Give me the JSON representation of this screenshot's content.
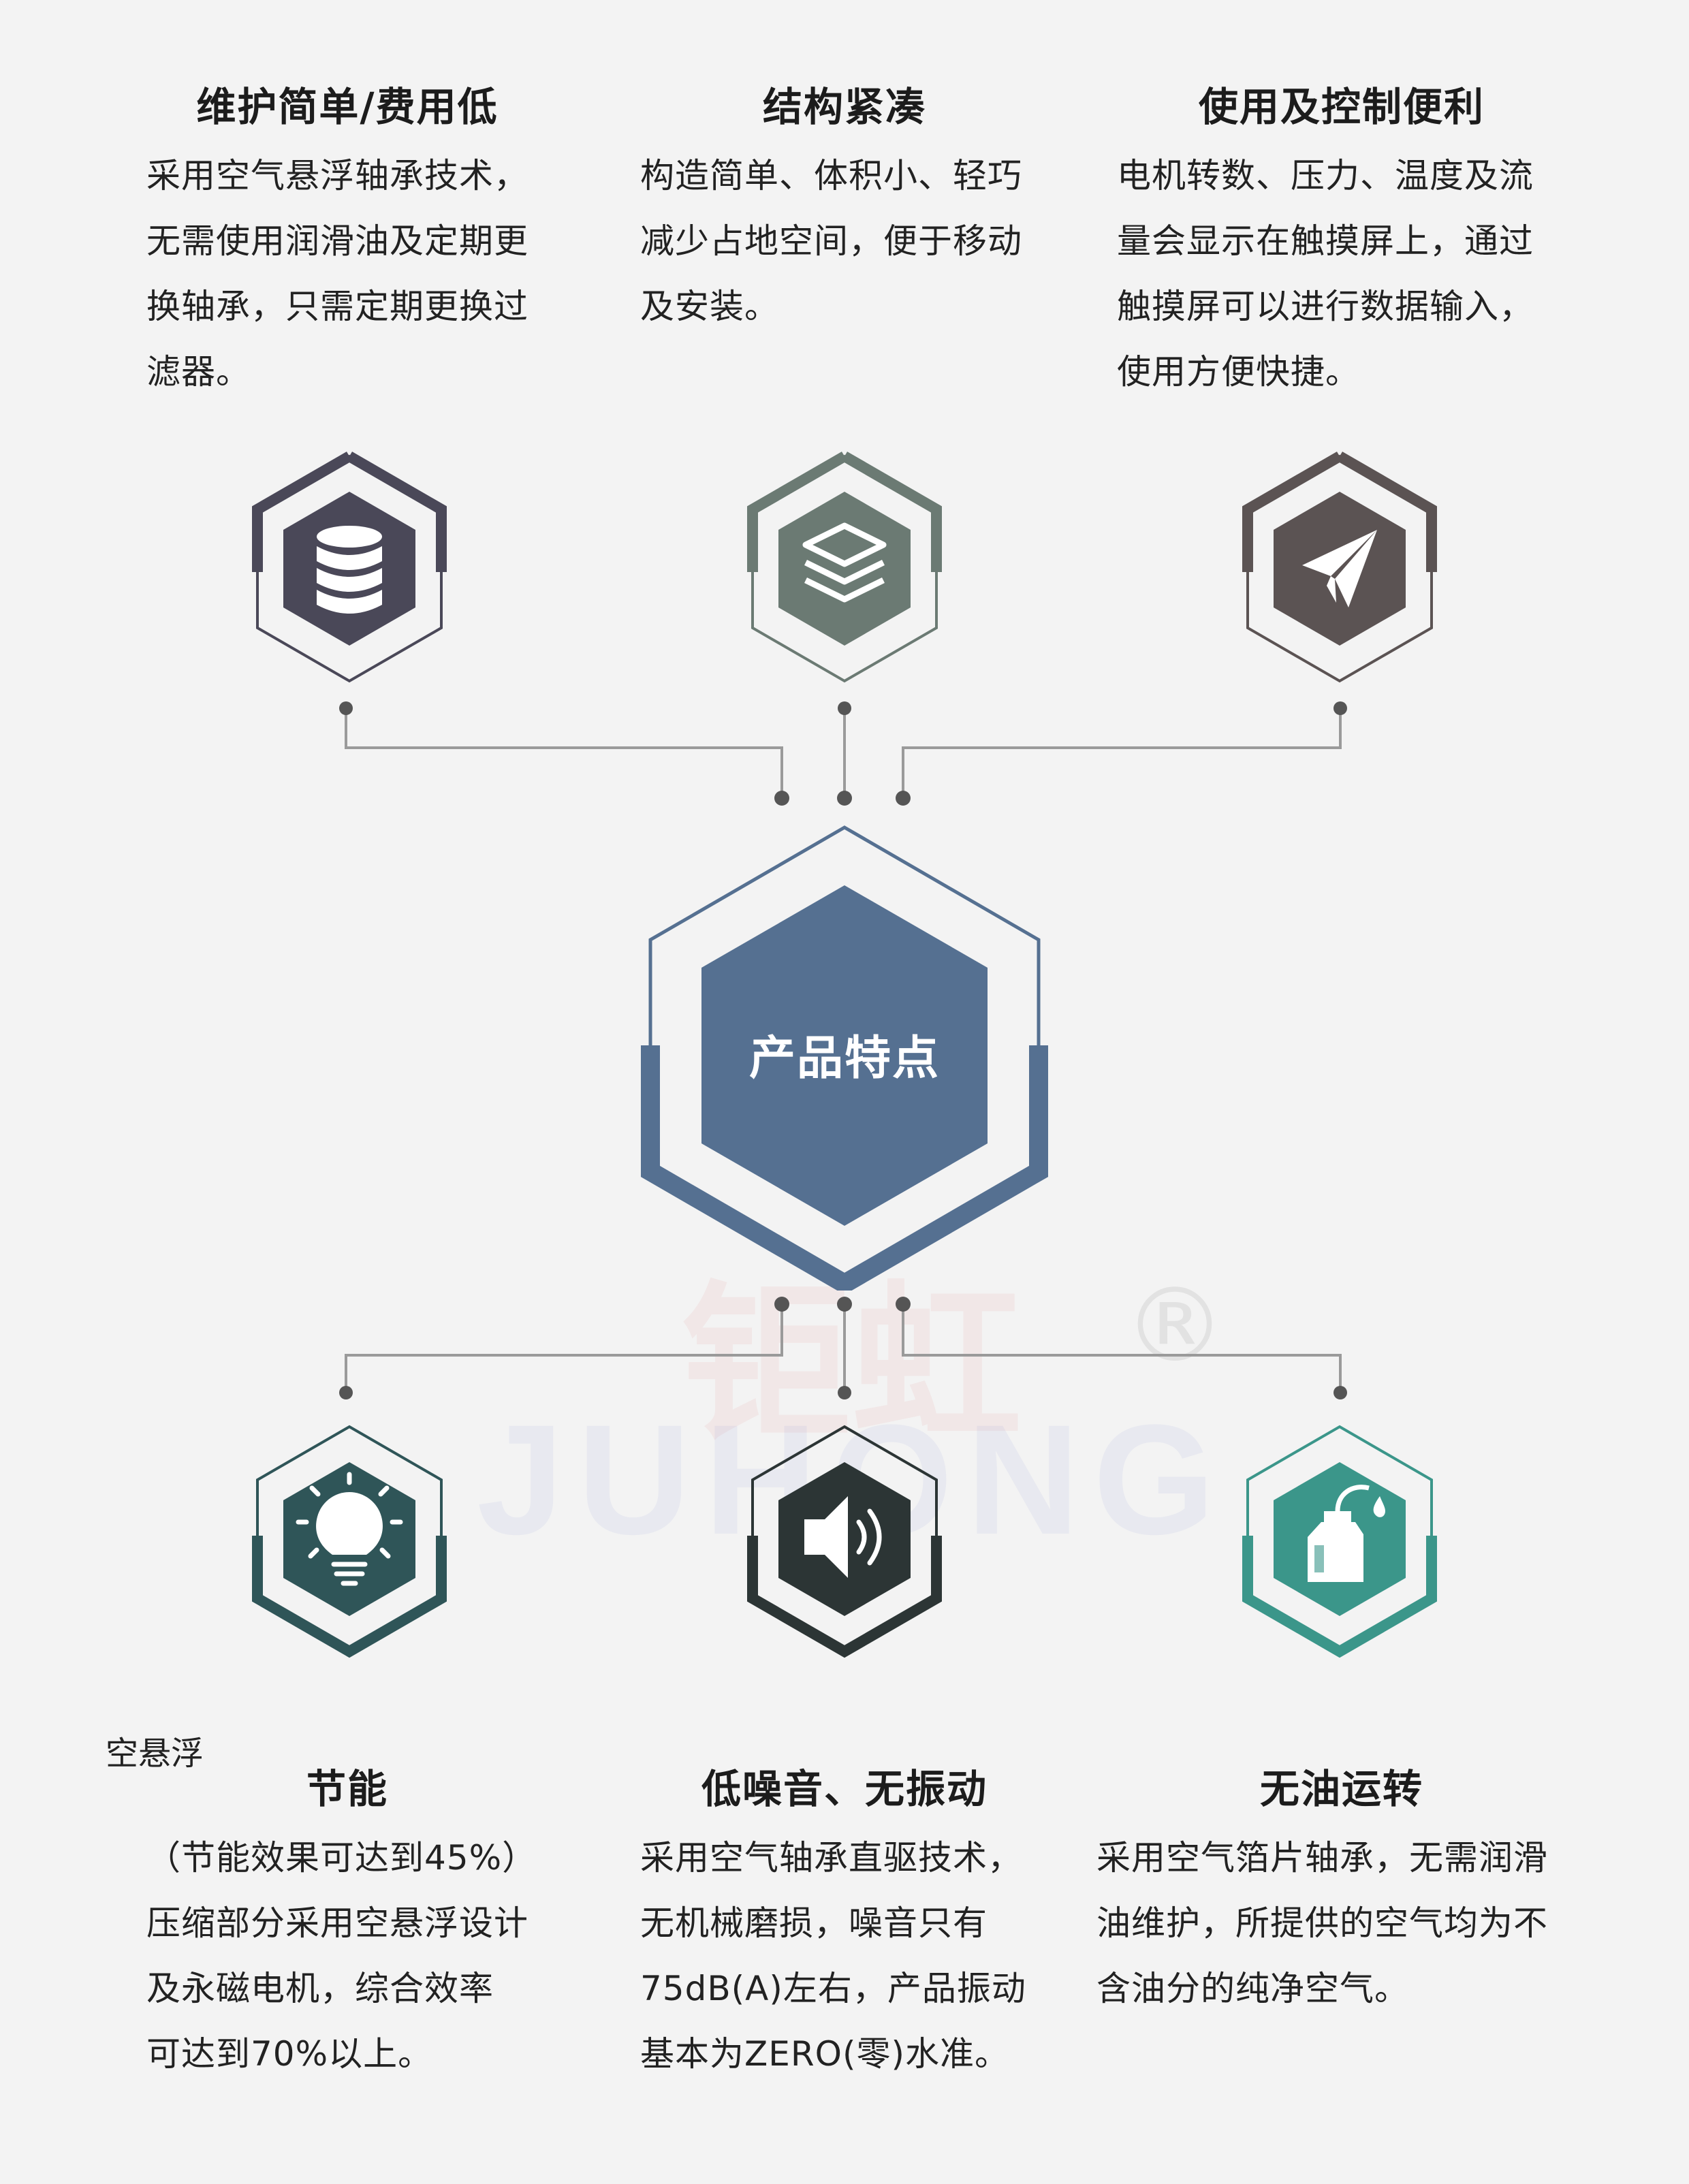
{
  "features": [
    {
      "id": "maintenance",
      "title": "维护简单/费用低",
      "lines": [
        "采用空气悬浮轴承技术，",
        "无需使用润滑油及定期更",
        "换轴承，只需定期更换过",
        "滤器。"
      ],
      "icon": "database-icon",
      "color": "#4a4858"
    },
    {
      "id": "compact",
      "title": "结构紧凑",
      "lines": [
        "构造简单、体积小、轻巧",
        " 减少占地空间，便于移动",
        "及安装。"
      ],
      "icon": "layers-icon",
      "color": "#6b7a73"
    },
    {
      "id": "control",
      "title": "使用及控制便利",
      "lines": [
        "电机转数、压力、温度及流",
        "量会显示在触摸屏上，通过",
        "触摸屏可以进行数据输入，",
        "使用方便快捷。"
      ],
      "icon": "paper-plane-icon",
      "color": "#5b5353"
    },
    {
      "id": "energy",
      "title": "节能",
      "lines": [
        "（节能效果可达到45%）",
        "压缩部分采用空悬浮设计",
        "及永磁电机，综合效率",
        "可达到70%以上。"
      ],
      "icon": "lightbulb-icon",
      "color": "#2f5558"
    },
    {
      "id": "noise",
      "title": "低噪音、无振动",
      "lines": [
        "采用空气轴承直驱技术，",
        "无机械磨损，噪音只有",
        "75dB(A)左右，产品振动",
        "基本为ZERO(零)水准。"
      ],
      "icon": "speaker-icon",
      "color": "#2c3535"
    },
    {
      "id": "oilfree",
      "title": "无油运转",
      "lines": [
        "采用空气箔片轴承，无需润滑",
        "油维护，所提供的空气均为不",
        "含油分的纯净空气。"
      ],
      "icon": "oil-can-icon",
      "color": "#3b968a"
    }
  ],
  "center": {
    "label": "产品特点",
    "color": "#557091"
  },
  "stray_label": "空悬浮",
  "watermark": {
    "cn": "钜虹",
    "en": "JUHONG",
    "reg": "®"
  },
  "connector_color": "#9a9a9a",
  "dot_color": "#555555"
}
